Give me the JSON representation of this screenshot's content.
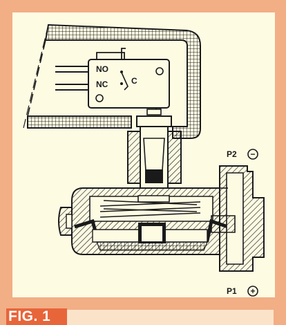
{
  "figure": {
    "caption": "FIG. 1",
    "labels": {
      "no": "NO",
      "nc": "NC",
      "c": "C",
      "p2": "P2",
      "p2_sign": "−",
      "p1": "P1",
      "p1_sign": "+"
    }
  },
  "colors": {
    "frame": "#f2ae85",
    "panel": "#fefbe3",
    "caption": "#e8653a",
    "caption_strip": "#fbe3c9",
    "ink": "#1a1a1a"
  }
}
